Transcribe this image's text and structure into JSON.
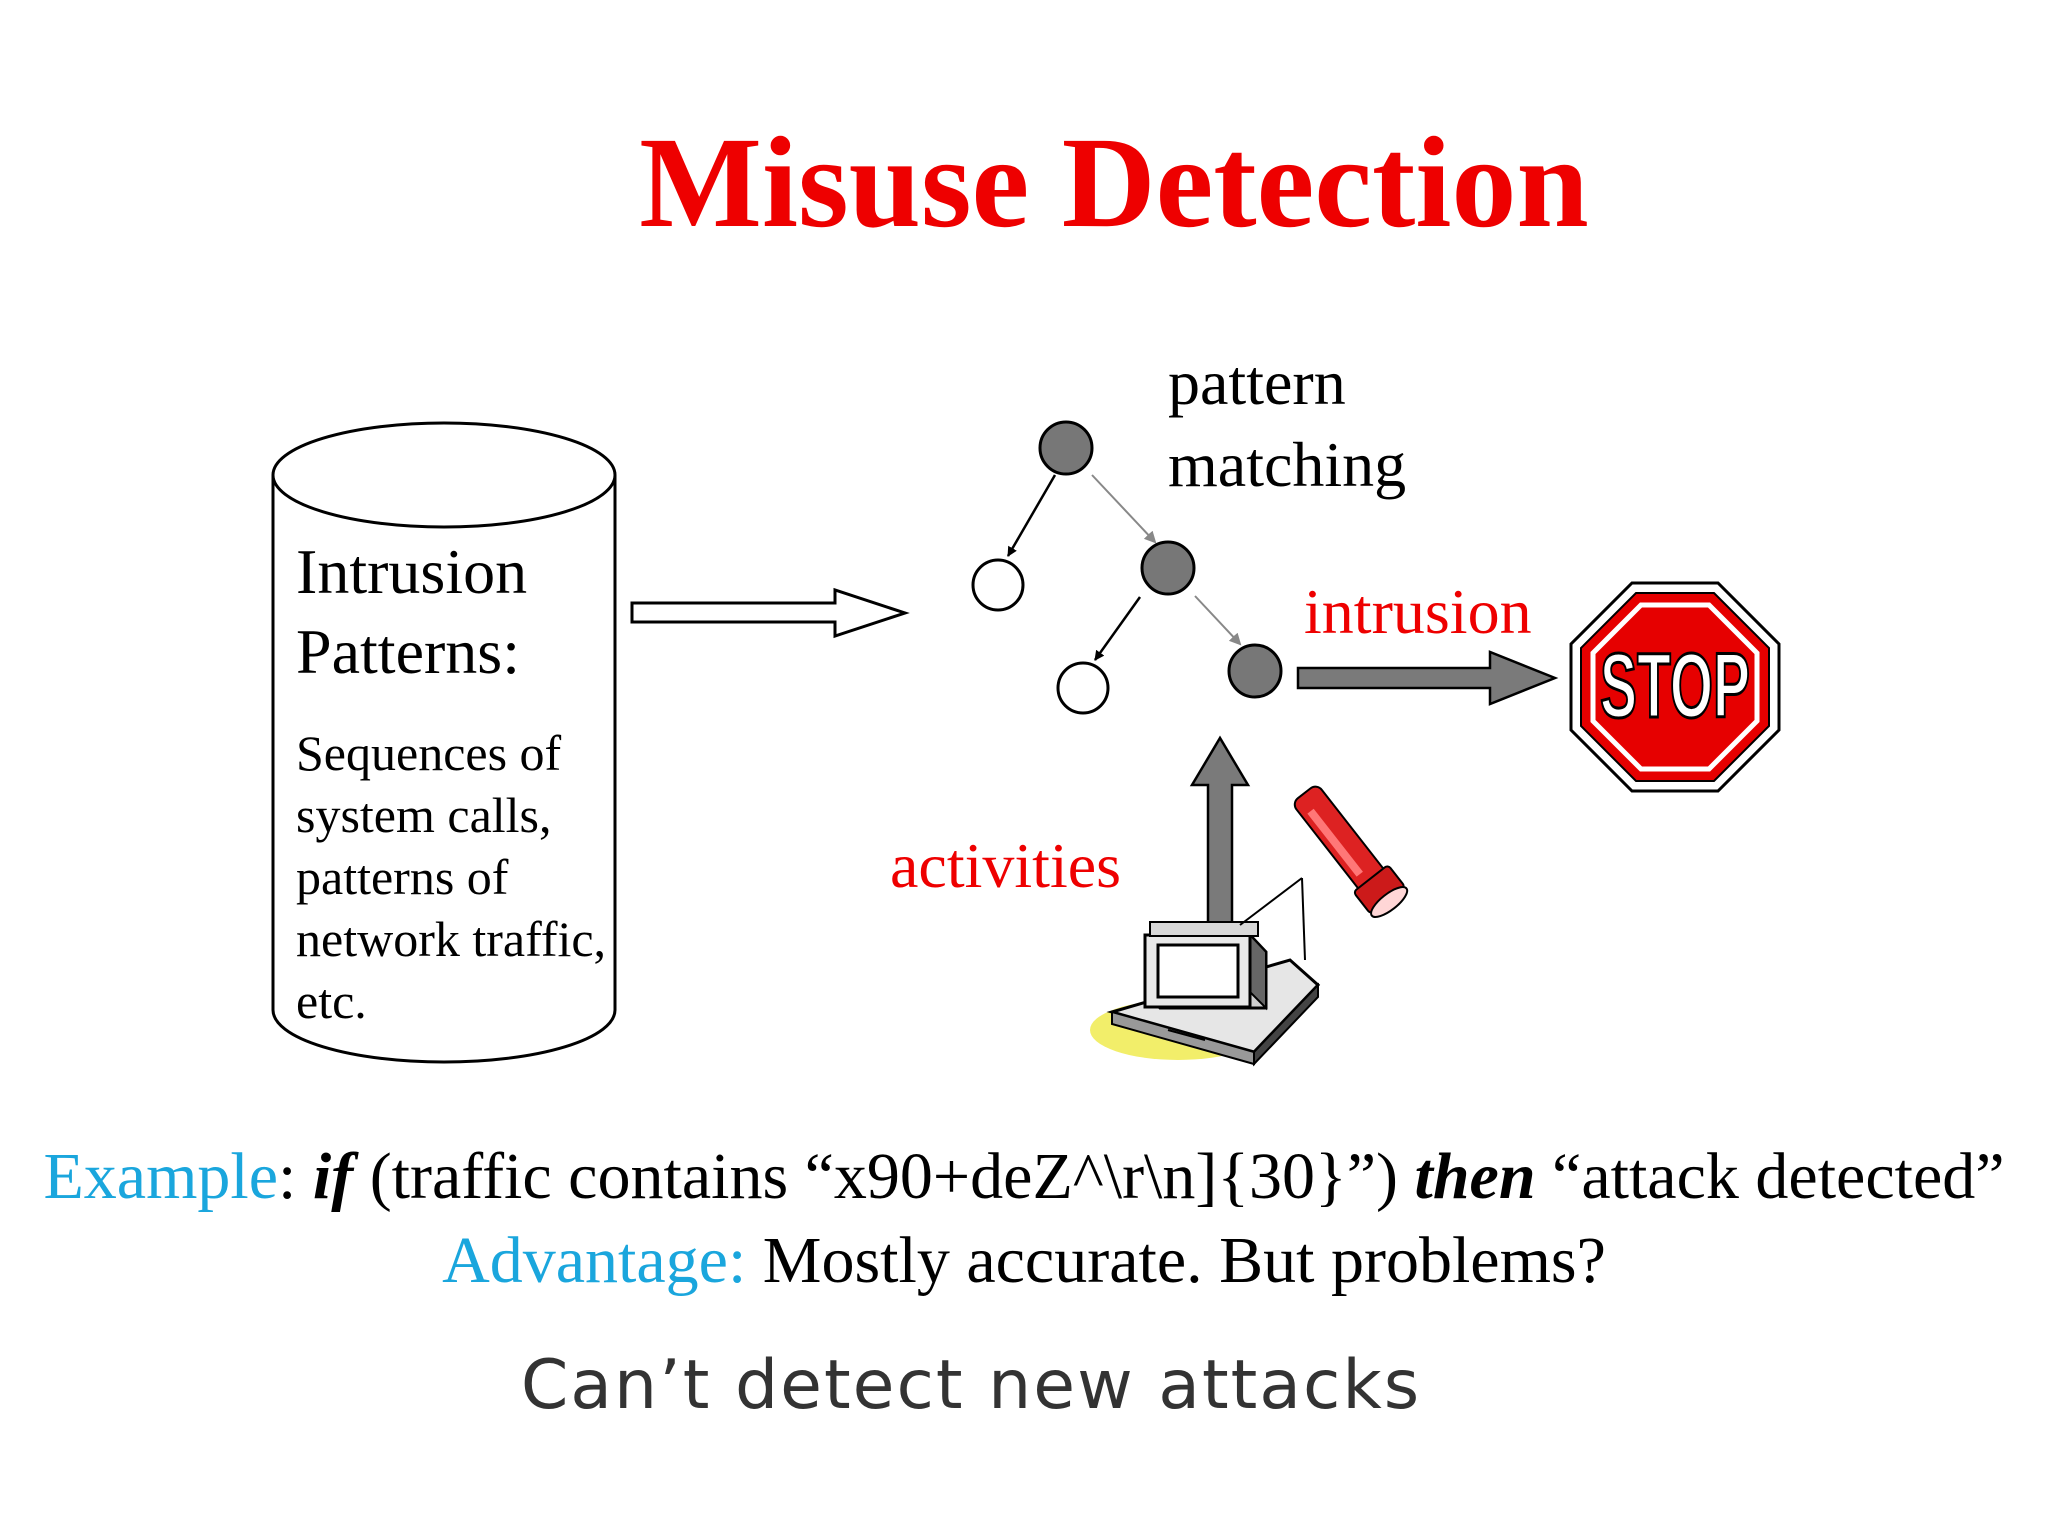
{
  "title": "Misuse Detection",
  "database": {
    "heading_line1": "Intrusion",
    "heading_line2": "Patterns:",
    "body_lines": [
      "Sequences of",
      "system calls,",
      "patterns of",
      "network traffic,",
      "etc."
    ]
  },
  "labels": {
    "pattern_line1": "pattern",
    "pattern_line2": "matching",
    "intrusion": "intrusion",
    "activities": "activities",
    "stop_sign": "STOP"
  },
  "example": {
    "label": "Example",
    "colon": ":",
    "if_kw": "if",
    "condition": "(traffic contains “x90+deZ^\\r\\n]{30}”)",
    "then_kw": "then",
    "result": "“attack detected”"
  },
  "advantage": {
    "label": "Advantage:",
    "text": "Mostly accurate.  But problems?"
  },
  "answer": "Can’t detect new attacks",
  "colors": {
    "title": "#ee0000",
    "accent_red": "#ee0000",
    "accent_cyan": "#1aa6dd",
    "node_gray": "#777777",
    "arrow_gray": "#7a7a7a"
  }
}
